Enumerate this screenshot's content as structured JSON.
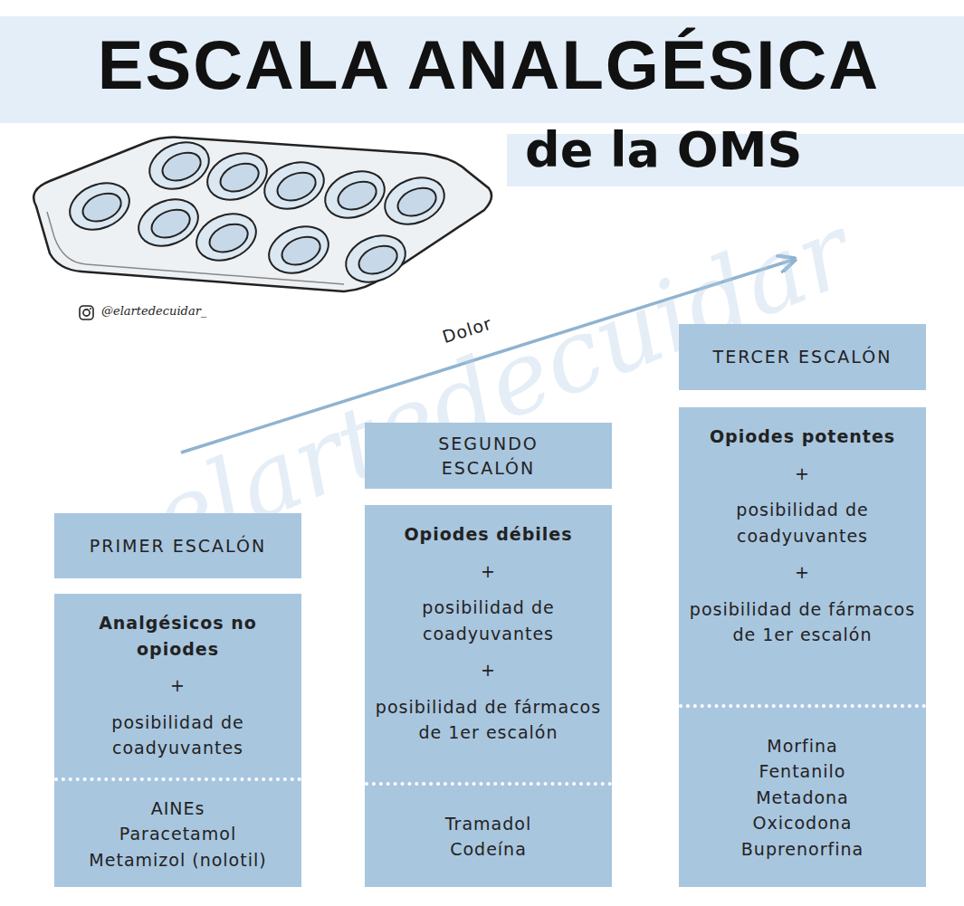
{
  "diagram": {
    "title": "ESCALA ANALGÉSICA",
    "nodes": [
      {
        "text": [
          "PRIMER ESCALÓN"
        ]
      },
      {
        "text": [
          "Analgésicos no opiodes",
          "+",
          "posibilidad de coadyuvantes",
          "AINEs",
          "Paracetamol",
          "Metamizol (nolotil)"
        ]
      },
      {
        "text": [
          "SEGUNDO ESCALÓN"
        ]
      },
      {
        "text": [
          "Opiodes débiles",
          "+",
          "posibilidad de coadyuvantes",
          "+",
          "posibilidad de fármacos de 1er escalón",
          "Tramadol",
          "Codeína"
        ]
      },
      {
        "text": [
          "TERCER ESCALÓN"
        ]
      },
      {
        "text": [
          "Opiodes potentes",
          "+",
          "posibilidad de coadyuvantes",
          "+",
          "posibilidad de fármacos de 1er escalón",
          "Morfina",
          "Fentanilo",
          "Metadona",
          "Oxicodona",
          "Buprenorfina"
        ]
      }
    ],
    "labels": [
      "de la OMS",
      "@elartedecuidar_",
      "Dolor",
      "elartedecuidar"
    ]
  }
}
